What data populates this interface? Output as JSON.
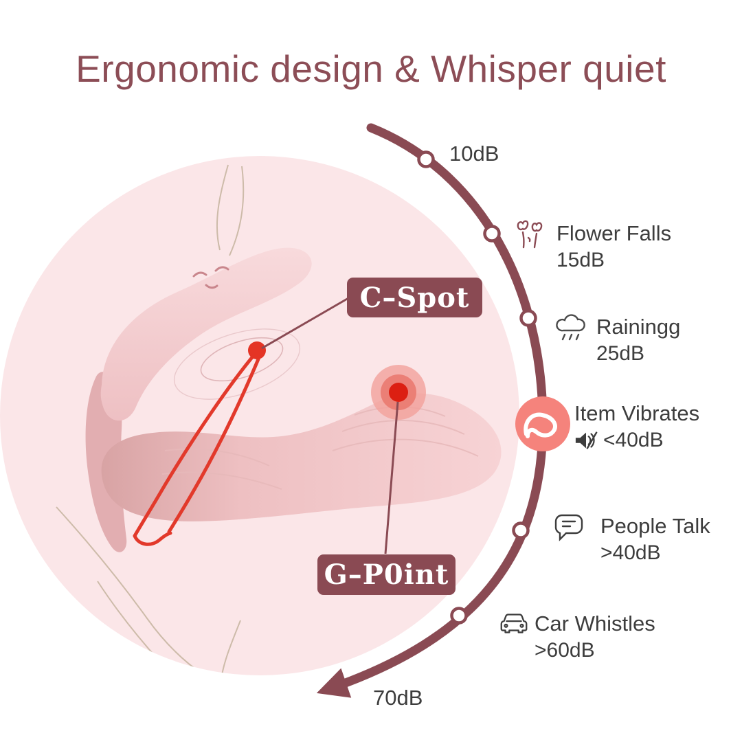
{
  "title": "Ergonomic design & Whisper quiet",
  "device": {
    "c_spot_label": "C–Spot",
    "g_point_label": "G–P0int"
  },
  "scale": {
    "start": "10dB",
    "end": "70dB",
    "items": [
      {
        "label": "Flower Falls",
        "value": "15dB",
        "icon": "flower-icon"
      },
      {
        "label": "Rainingg",
        "value": "25dB",
        "icon": "rain-cloud-icon"
      },
      {
        "label": "Item Vibrates",
        "value": "<40dB",
        "icon": "muted-speaker-icon"
      },
      {
        "label": "People Talk",
        "value": ">40dB",
        "icon": "speech-bubble-icon"
      },
      {
        "label": "Car Whistles",
        "value": ">60dB",
        "icon": "car-icon"
      }
    ]
  },
  "colors": {
    "accent_maroon": "#8a4a53",
    "title_maroon": "#8c4d56",
    "coral_highlight": "#f5837c",
    "spot_red": "#e43425",
    "circle_pink": "#fbe6e8",
    "device_pink": "#f3cdd0",
    "text_dark": "#3d3d3d"
  }
}
